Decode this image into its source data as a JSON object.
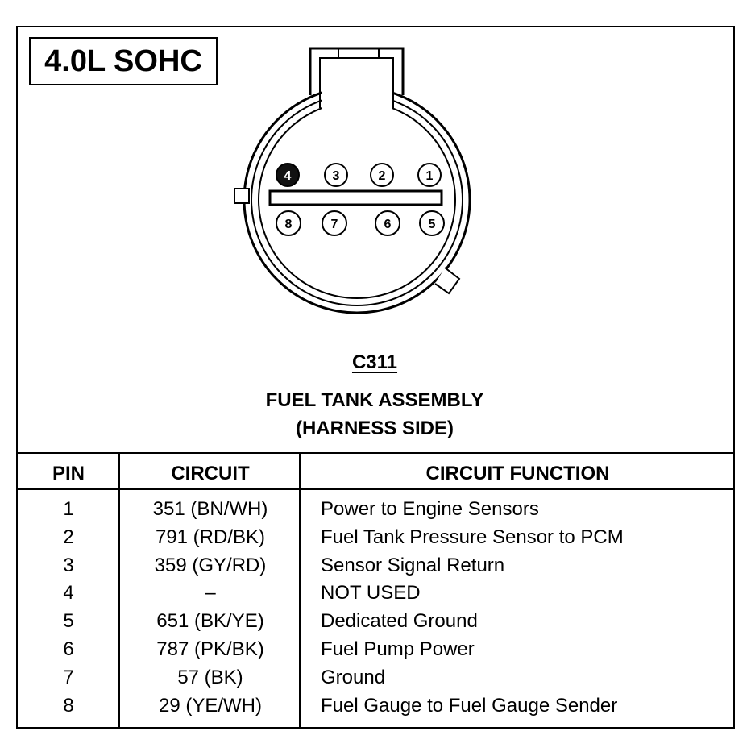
{
  "engine_label": "4.0L SOHC",
  "connector": {
    "id": "C311",
    "name_line1": "FUEL TANK ASSEMBLY",
    "name_line2": "(HARNESS SIDE)",
    "pins_top": [
      "4",
      "3",
      "2",
      "1"
    ],
    "pins_bottom": [
      "8",
      "7",
      "6",
      "5"
    ],
    "highlighted_pin": "4"
  },
  "table": {
    "headers": {
      "pin": "PIN",
      "circuit": "CIRCUIT",
      "function": "CIRCUIT FUNCTION"
    },
    "rows": [
      {
        "pin": "1",
        "circuit": "351 (BN/WH)",
        "function": "Power to Engine Sensors"
      },
      {
        "pin": "2",
        "circuit": "791 (RD/BK)",
        "function": "Fuel Tank Pressure Sensor to PCM"
      },
      {
        "pin": "3",
        "circuit": "359 (GY/RD)",
        "function": "Sensor Signal Return"
      },
      {
        "pin": "4",
        "circuit": "–",
        "function": "NOT USED"
      },
      {
        "pin": "5",
        "circuit": "651 (BK/YE)",
        "function": "Dedicated Ground"
      },
      {
        "pin": "6",
        "circuit": "787 (PK/BK)",
        "function": "Fuel Pump Power"
      },
      {
        "pin": "7",
        "circuit": "57 (BK)",
        "function": "Ground"
      },
      {
        "pin": "8",
        "circuit": "29 (YE/WH)",
        "function": "Fuel Gauge to Fuel Gauge Sender"
      }
    ]
  }
}
